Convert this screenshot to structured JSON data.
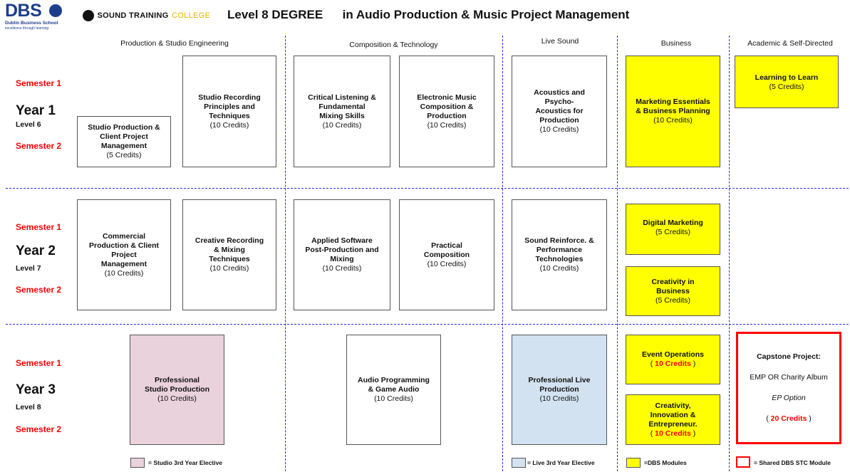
{
  "header": {
    "dbs_logo": "DBS",
    "dbs_sub1": "Dublin Business School",
    "dbs_sub2": "excellence through learning",
    "stc_logo_a": "SOUND TRAINING",
    "stc_logo_b": "COLLEGE",
    "title_a": "Level 8 DEGREE",
    "title_b": "in Audio Production & Music Project Management"
  },
  "columns": [
    "Production & Studio Engineering",
    "Composition & Technology",
    "Live Sound",
    "Business",
    "Academic & Self-Directed"
  ],
  "years": [
    {
      "sem1": "Semester 1",
      "year": "Year 1",
      "level": "Level 6",
      "sem2": "Semester 2"
    },
    {
      "sem1": "Semester 1",
      "year": "Year 2",
      "level": "Level 7",
      "sem2": "Semester 2"
    },
    {
      "sem1": "Semester 1",
      "year": "Year 3",
      "level": "Level 8",
      "sem2": "Semester 2"
    }
  ],
  "modules": {
    "y1_studio_prod": {
      "title": "Studio Production & Client Project Management",
      "credits": "(5 Credits)"
    },
    "y1_studio_rec": {
      "title": "Studio Recording Principles and Techniques",
      "credits": "(10 Credits)"
    },
    "y1_critical": {
      "title": "Critical Listening & Fundamental Mixing Skills",
      "credits": "(10 Credits)"
    },
    "y1_electronic": {
      "title": "Electronic Music Composition & Production",
      "credits": "(10 Credits)"
    },
    "y1_acoustics": {
      "title": "Acoustics and Psycho-Acoustics for Production",
      "credits": "(10 Credits)"
    },
    "y1_marketing": {
      "title": "Marketing Essentials & Business Planning",
      "credits": "(10 Credits)"
    },
    "y1_learning": {
      "title": "Learning to Learn",
      "credits": "(5 Credits)"
    },
    "y2_commercial": {
      "title": "Commercial Production & Client Project Management",
      "credits": "(10 Credits)"
    },
    "y2_creative_rec": {
      "title": "Creative Recording & Mixing Techniques",
      "credits": "(10 Credits)"
    },
    "y2_applied": {
      "title": "Applied Software Post-Production and Mixing",
      "credits": "(10 Credits)"
    },
    "y2_practical": {
      "title": "Practical Composition",
      "credits": "(10 Credits)"
    },
    "y2_sound_reinf": {
      "title": "Sound Reinforce. & Performance Technologies",
      "credits": "(10 Credits)"
    },
    "y2_digital": {
      "title": "Digital Marketing",
      "credits": "(5 Credits)"
    },
    "y2_creativity_biz": {
      "title": "Creativity in Business",
      "credits": "(5 Credits)"
    },
    "y3_prof_studio": {
      "title": "Professional Studio Production",
      "credits": "(10 Credits)"
    },
    "y3_audio_prog": {
      "title": "Audio Programming & Game Audio",
      "credits": "(10 Credits)"
    },
    "y3_prof_live": {
      "title": "Professional Live Production",
      "credits": "(10 Credits)"
    },
    "y3_event": {
      "title": "Event Operations",
      "credits_open": "( ",
      "credits_red": "10 Credits",
      "credits_close": " )"
    },
    "y3_creativity_innov": {
      "title": "Creativity, Innovation & Entrepreneur.",
      "credits_open": "( ",
      "credits_red": "10 Credits",
      "credits_close": " )"
    },
    "y3_capstone": {
      "title": "Capstone Project:",
      "line2": "EMP OR Charity Album",
      "line3": "EP Option",
      "credits_open": "( ",
      "credits_red": "20 Credits",
      "credits_close": " )"
    }
  },
  "legend": {
    "studio": "= Studio 3rd Year Elective",
    "live": "= Live 3rd Year Elective",
    "dbs": "=DBS Modules",
    "shared": "= Shared DBS STC Module"
  },
  "colors": {
    "yellow": "#ffff00",
    "pink": "#ead2dc",
    "blue": "#d3e2f0",
    "red": "#ff0000",
    "divider": "#2a2ae0"
  }
}
